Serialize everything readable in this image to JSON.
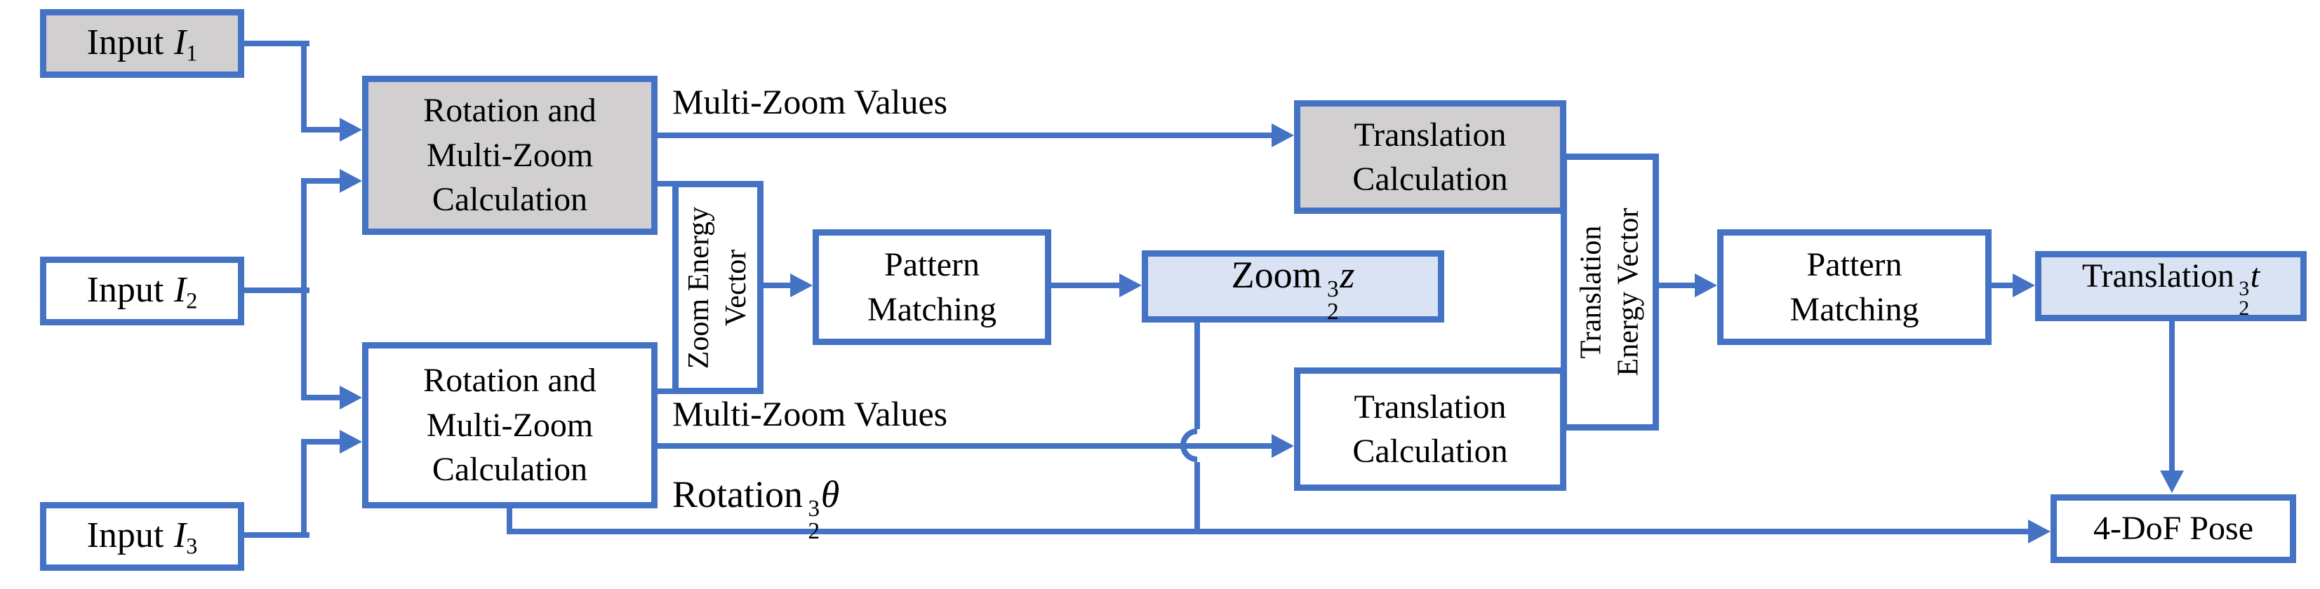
{
  "figure": {
    "type": "flow-diagram",
    "colors": {
      "line": "#4472C4",
      "gray_fill": "#D1CFCF",
      "light_blue_fill": "#DAE3F3",
      "white_fill": "#FFFFFF",
      "text": "#000000"
    },
    "nodes": {
      "input_i1": {
        "prefix": "Input",
        "symbol": "I",
        "sub": "1"
      },
      "input_i2": {
        "prefix": "Input",
        "symbol": "I",
        "sub": "2"
      },
      "input_i3": {
        "prefix": "Input",
        "symbol": "I",
        "sub": "3"
      },
      "rotation_multizoom_top": {
        "lines": [
          "Rotation and",
          "Multi-Zoom",
          "Calculation"
        ]
      },
      "rotation_multizoom_bottom": {
        "lines": [
          "Rotation and",
          "Multi-Zoom",
          "Calculation"
        ]
      },
      "zoom_energy_vector": {
        "lines": [
          "Zoom Energy",
          "Vector"
        ]
      },
      "pattern_matching_left": {
        "lines": [
          "Pattern",
          "Matching"
        ]
      },
      "zoom_z": {
        "prefix": "Zoom",
        "frac_top": "3",
        "frac_bottom": "2",
        "symbol": "z"
      },
      "translation_calc_top": {
        "lines": [
          "Translation",
          "Calculation"
        ]
      },
      "translation_calc_bottom": {
        "lines": [
          "Translation",
          "Calculation"
        ]
      },
      "translation_energy_vector": {
        "lines": [
          "Translation",
          "Energy Vector"
        ]
      },
      "pattern_matching_right": {
        "lines": [
          "Pattern",
          "Matching"
        ]
      },
      "translation_t": {
        "prefix": "Translation",
        "frac_top": "3",
        "frac_bottom": "2",
        "symbol": "t"
      },
      "pose_4dof": {
        "label": "4-DoF Pose"
      }
    },
    "edge_labels": {
      "multi_zoom_values_top": "Multi-Zoom Values",
      "multi_zoom_values_bottom": "Multi-Zoom Values",
      "rotation_theta": {
        "prefix": "Rotation",
        "frac_top": "3",
        "frac_bottom": "2",
        "symbol": "θ"
      }
    }
  }
}
